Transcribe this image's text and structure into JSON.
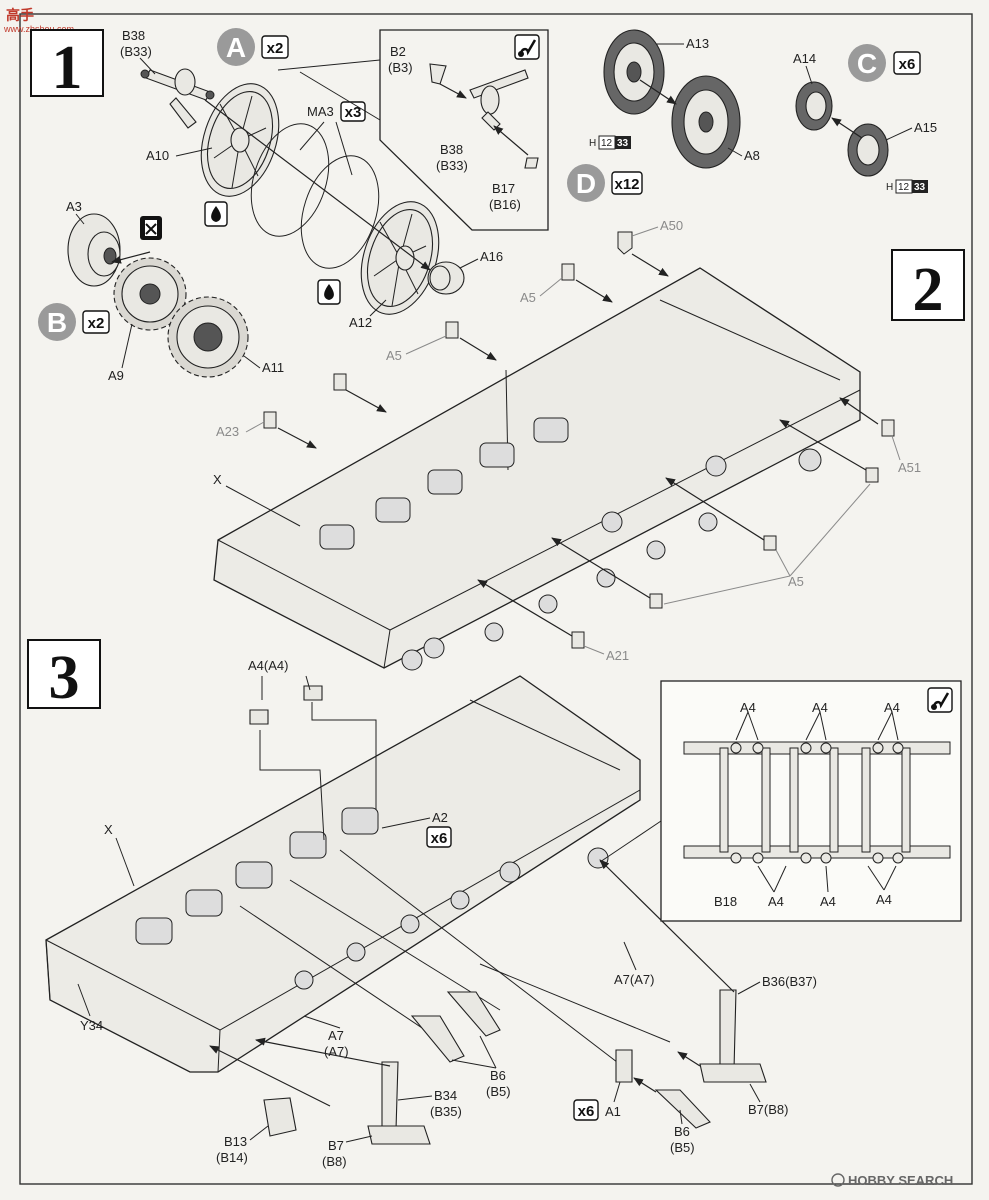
{
  "watermark": {
    "site_cn": "高手",
    "site_url": "www.zhshou.com",
    "brand": "HOBBY SEARCH"
  },
  "steps": {
    "step1": {
      "number": "1",
      "sub_a": {
        "letter": "A",
        "qty": "x2"
      },
      "sub_b": {
        "letter": "B",
        "qty": "x2"
      },
      "sub_c": {
        "letter": "C",
        "qty": "x6"
      },
      "sub_d": {
        "letter": "D",
        "qty": "x12"
      },
      "ma3_qty": "x3",
      "labels": {
        "b38": "B38",
        "b33": "(B33)",
        "a10": "A10",
        "ma3": "MA3",
        "a3": "A3",
        "a16": "A16",
        "a12": "A12",
        "a9": "A9",
        "a11": "A11",
        "b2": "B2",
        "b3": "(B3)",
        "b38i": "B38",
        "b33i": "(B33)",
        "b17": "B17",
        "b16": "(B16)",
        "a13": "A13",
        "a8": "A8",
        "a14": "A14",
        "a15": "A15"
      },
      "h_marks": {
        "h": "H",
        "n12": "12",
        "n33": "33"
      }
    },
    "step2": {
      "number": "2",
      "labels": {
        "a50": "A50",
        "a5_top": "A5",
        "a5_mid": "A5",
        "a23": "A23",
        "x": "X",
        "a51": "A51",
        "a5_bottom": "A5",
        "a21": "A21"
      }
    },
    "step3": {
      "number": "3",
      "labels": {
        "a4": "A4(A4)",
        "a2": "A2",
        "a2_qty": "x6",
        "x": "X",
        "y34": "Y34",
        "a7a": "A7(A7)",
        "b36": "B36(B37)",
        "a7": "A7",
        "a7p": "(A7)",
        "b6": "B6",
        "b5": "(B5)",
        "b34": "B34",
        "b35": "(B35)",
        "a1_qty": "x6",
        "a1": "A1",
        "b6b": "B6",
        "b5b": "(B5)",
        "b7": "B7(B8)",
        "b13": "B13",
        "b14": "(B14)",
        "b7b": "B7",
        "b8b": "(B8)"
      },
      "detail": {
        "a4_1": "A4",
        "a4_2": "A4",
        "a4_3": "A4",
        "b18": "B18",
        "a4_b1": "A4",
        "a4_b2": "A4",
        "a4_b3": "A4"
      }
    }
  }
}
